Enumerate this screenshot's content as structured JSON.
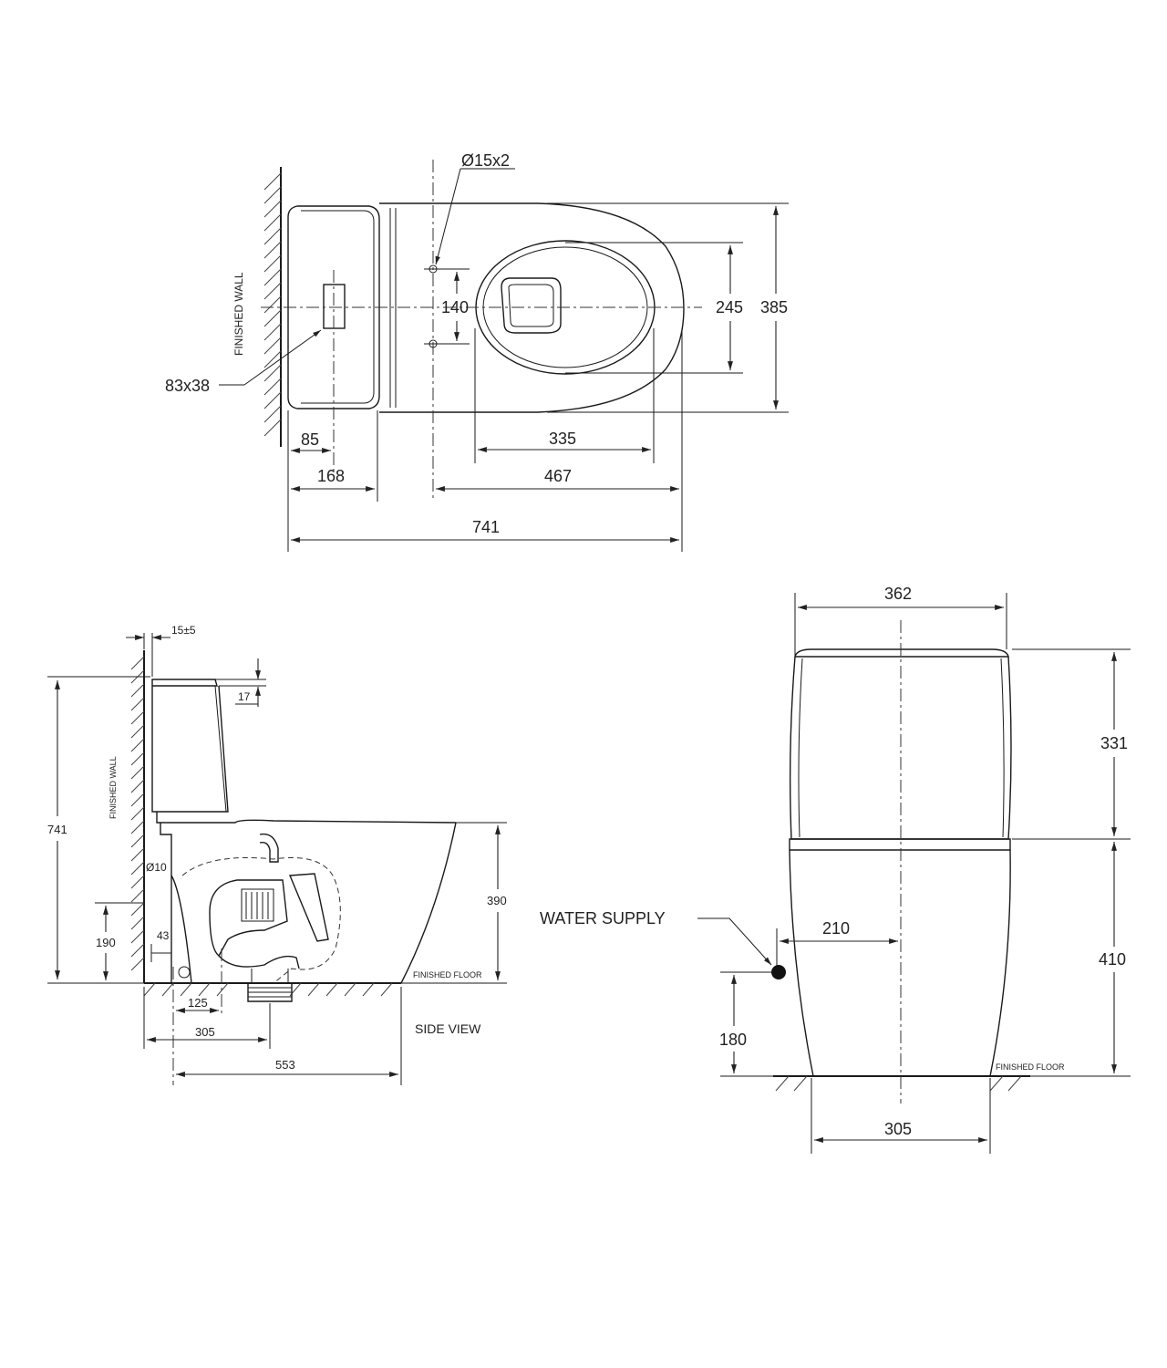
{
  "top_view": {
    "pipe_label": "Ø15x2",
    "wall_label": "FINISHED WALL",
    "outlet_size": "83x38",
    "dim_140": "140",
    "dim_245": "245",
    "dim_385": "385",
    "dim_85": "85",
    "dim_168": "168",
    "dim_335": "335",
    "dim_467": "467",
    "dim_741": "741"
  },
  "side_view": {
    "title": "SIDE VIEW",
    "wall_label": "FINISHED WALL",
    "floor_label": "FINISHED FLOOR",
    "dim_15": "15±5",
    "dim_17": "17",
    "dim_741": "741",
    "dim_10": "Ø10",
    "dim_390": "390",
    "dim_190": "190",
    "dim_43": "43",
    "dim_125": "125",
    "dim_305": "305",
    "dim_553": "553"
  },
  "front_view": {
    "water_supply": "WATER SUPPLY",
    "floor_label": "FINISHED FLOOR",
    "dim_362": "362",
    "dim_331": "331",
    "dim_410": "410",
    "dim_210": "210",
    "dim_180": "180",
    "dim_305": "305"
  }
}
